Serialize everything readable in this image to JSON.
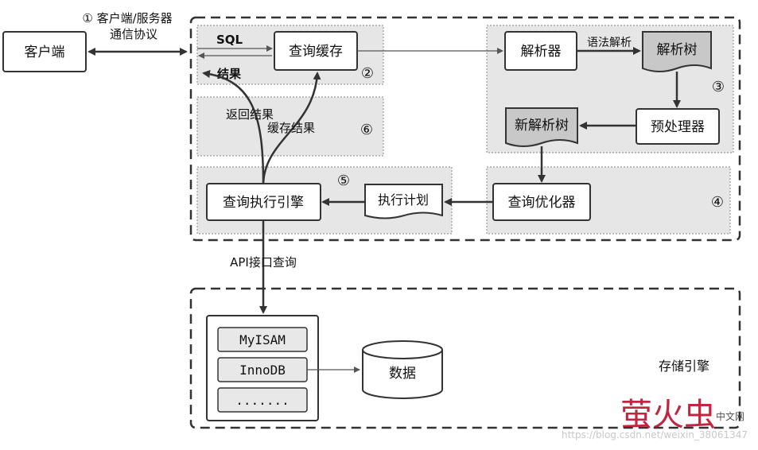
{
  "client": {
    "label": "客户端"
  },
  "protocol": {
    "line1": "① 客户端/服务器",
    "line2": "通信协议"
  },
  "server": {
    "sql_label": "SQL",
    "result_label": "结果",
    "query_cache": "查询缓存",
    "parser": "解析器",
    "syntax_parse": "语法解析",
    "parse_tree": "解析树",
    "preprocessor": "预处理器",
    "new_parse_tree": "新解析树",
    "optimizer": "查询优化器",
    "exec_plan": "执行计划",
    "exec_engine": "查询执行引擎",
    "return_result": "返回结果",
    "cache_result": "缓存结果",
    "markers": {
      "m2": "②",
      "m3": "③",
      "m4": "④",
      "m5": "⑤",
      "m6": "⑥"
    }
  },
  "api_query": "API接口查询",
  "storage": {
    "engines": [
      "MyISAM",
      "InnoDB",
      "......."
    ],
    "data": "数据",
    "title": "存储引擎"
  },
  "watermark": {
    "url": "https://blog.csdn.net/weixin_38061347"
  }
}
